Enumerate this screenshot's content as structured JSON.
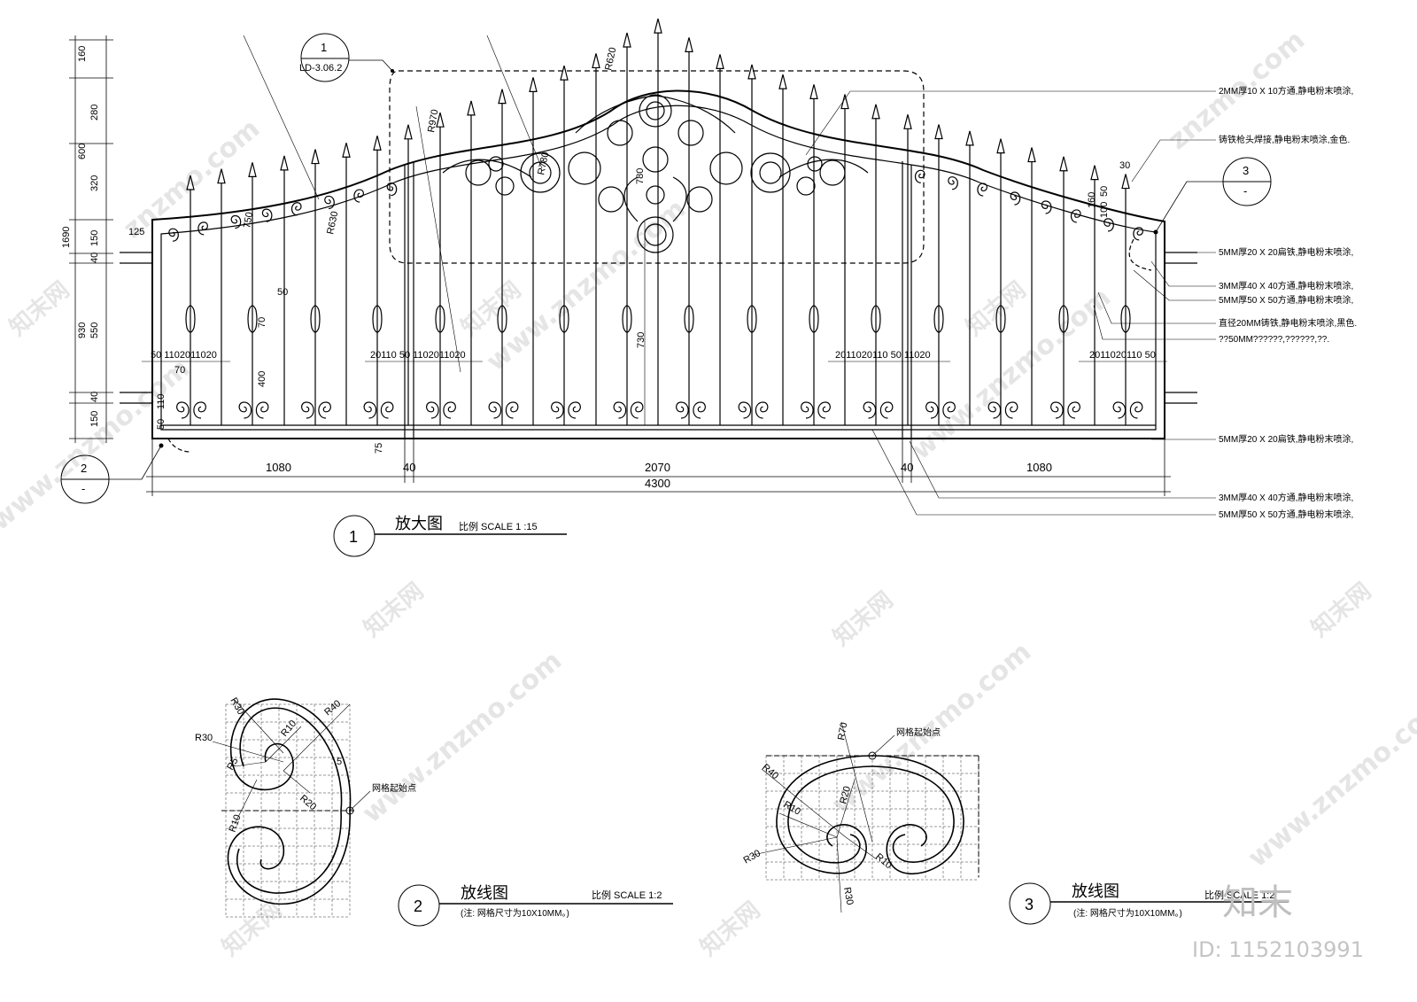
{
  "callout_top": {
    "number": "1",
    "ref": "LD-3.06.2"
  },
  "left_dims": [
    "160",
    "280",
    "600",
    "320",
    "150",
    "40",
    "550",
    "40",
    "150",
    "930",
    "1690"
  ],
  "left_extra": {
    "side_125": "125",
    "w50": "50",
    "w70": "70",
    "h70": "70",
    "h400": "400",
    "h50": "50",
    "h110": "110",
    "h75": "75"
  },
  "arc_labels": {
    "r620": "R620",
    "r970": "R970",
    "r780": "R780",
    "r630": "R630",
    "r750": "750"
  },
  "center_dims": {
    "h730": "730",
    "h780": "780"
  },
  "spacing_rows": {
    "a": "50 1102011020",
    "b": "20110 50 1102011020",
    "c": "2011020110 50 11020",
    "d": "2011020110 50"
  },
  "right_small": {
    "w30": "30",
    "h160": "160",
    "h100": "100",
    "h50b": "50"
  },
  "bottom_dims": {
    "d1080a": "1080",
    "d40a": "40",
    "d2070": "2070",
    "d40b": "40",
    "d1080b": "1080",
    "d4300": "4300"
  },
  "notes": [
    "2MM厚10 X 10方通,静电粉末喷涂,",
    "铸铁枪头焊接,静电粉末喷涂,金色.",
    "5MM厚20 X 20扁铁,静电粉末喷涂,",
    "3MM厚40 X 40方通,静电粉末喷涂,",
    "5MM厚50 X 50方通,静电粉末喷涂,",
    "直径20MM铸铁,静电粉末喷涂,黑色.",
    "??50MM??????,??????,??.",
    "5MM厚20 X 20扁铁,静电粉末喷涂,",
    "3MM厚40 X 40方通,静电粉末喷涂,",
    "5MM厚50 X 50方通,静电粉末喷涂,"
  ],
  "callout_3": {
    "number": "3",
    "sub": "-"
  },
  "callout_2": {
    "number": "2",
    "sub": "-"
  },
  "title_1": {
    "number": "1",
    "name": "放大图",
    "scale": "比例 SCALE 1 :15"
  },
  "detail_2": {
    "radii": [
      "R30",
      "R40",
      "R30",
      "R10",
      "R5",
      "5",
      "R20",
      "R10"
    ],
    "start_label": "网格起始点",
    "number": "2",
    "name": "放线图",
    "scale": "比例 SCALE 1:2",
    "note": "(注: 网格尺寸为10X10MM。)"
  },
  "detail_3": {
    "radii": [
      "R70",
      "R40",
      "R10",
      "R20",
      "R30",
      "R10",
      "R30"
    ],
    "start_label": "网格起始点",
    "number": "3",
    "name": "放线图",
    "scale": "比例 SCALE 1:2",
    "note": "(注: 网格尺寸为10X10MM。)"
  },
  "watermark": {
    "text": "znzmo.com",
    "site": "www.znzmo.com",
    "brand": "知末网",
    "logo": "知末",
    "id": "ID: 1152103991"
  }
}
